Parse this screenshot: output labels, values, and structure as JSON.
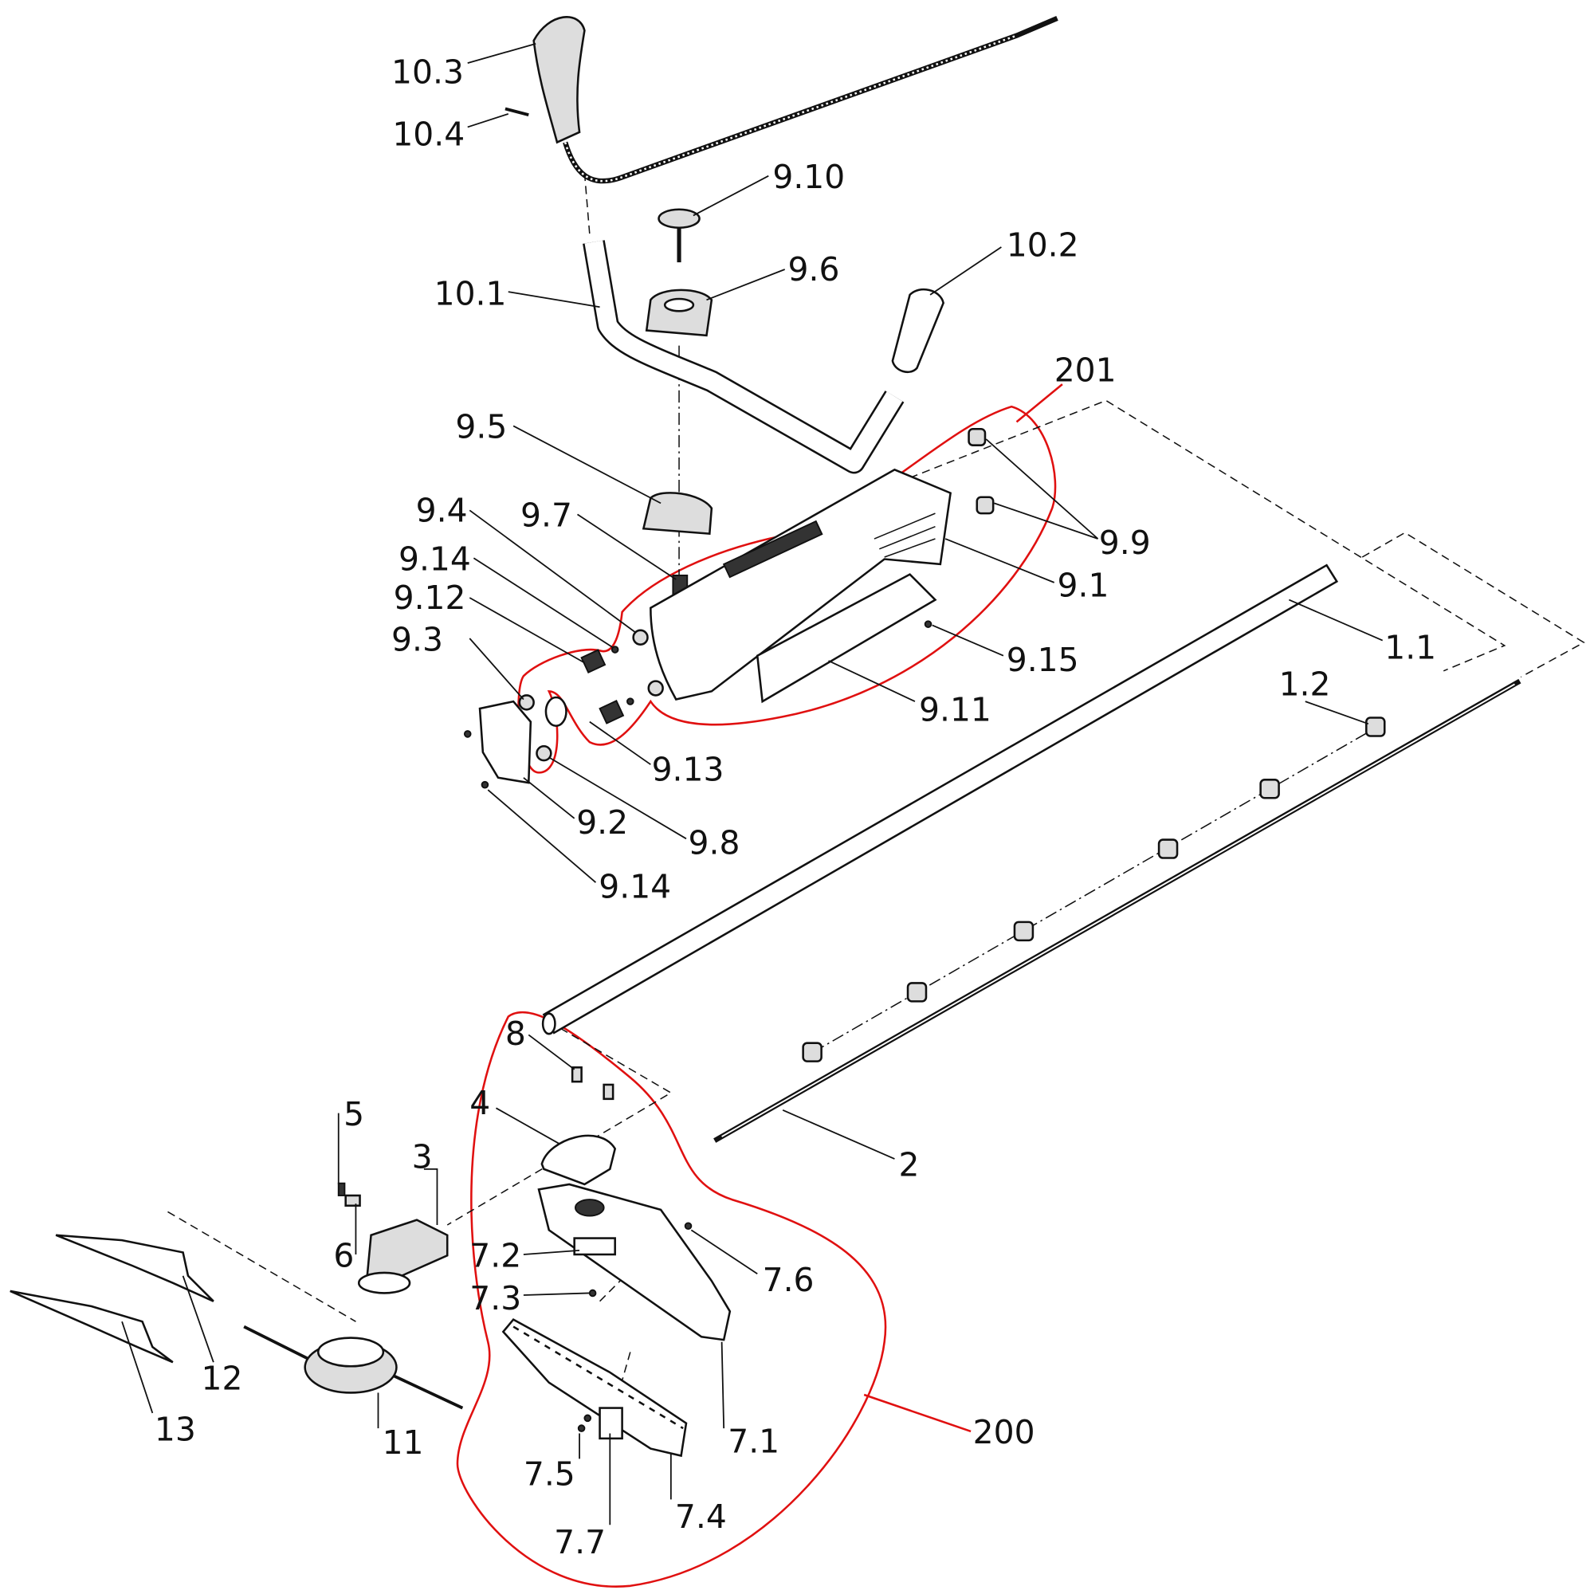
{
  "diagram": {
    "type": "exploded parts diagram",
    "group_color": "#e01010",
    "labels": {
      "p10_3": "10.3",
      "p10_4": "10.4",
      "p9_10": "9.10",
      "p10_2": "10.2",
      "p9_6": "9.6",
      "p10_1": "10.1",
      "g201": "201",
      "p9_5": "9.5",
      "p9_4": "9.4",
      "p9_7": "9.7",
      "p9_9": "9.9",
      "p9_14a": "9.14",
      "p9_1": "9.1",
      "p9_12": "9.12",
      "p9_3": "9.3",
      "p1_1": "1.1",
      "p9_15": "9.15",
      "p1_2": "1.2",
      "p9_11": "9.11",
      "p9_13": "9.13",
      "p9_2": "9.2",
      "p9_8": "9.8",
      "p9_14b": "9.14",
      "p8": "8",
      "p5": "5",
      "p4": "4",
      "p3": "3",
      "p2": "2",
      "p6": "6",
      "p7_2": "7.2",
      "p7_6": "7.6",
      "p7_3": "7.3",
      "p12": "12",
      "g200": "200",
      "p13": "13",
      "p7_1": "7.1",
      "p11": "11",
      "p7_5": "7.5",
      "p7_4": "7.4",
      "p7_7": "7.7"
    }
  }
}
